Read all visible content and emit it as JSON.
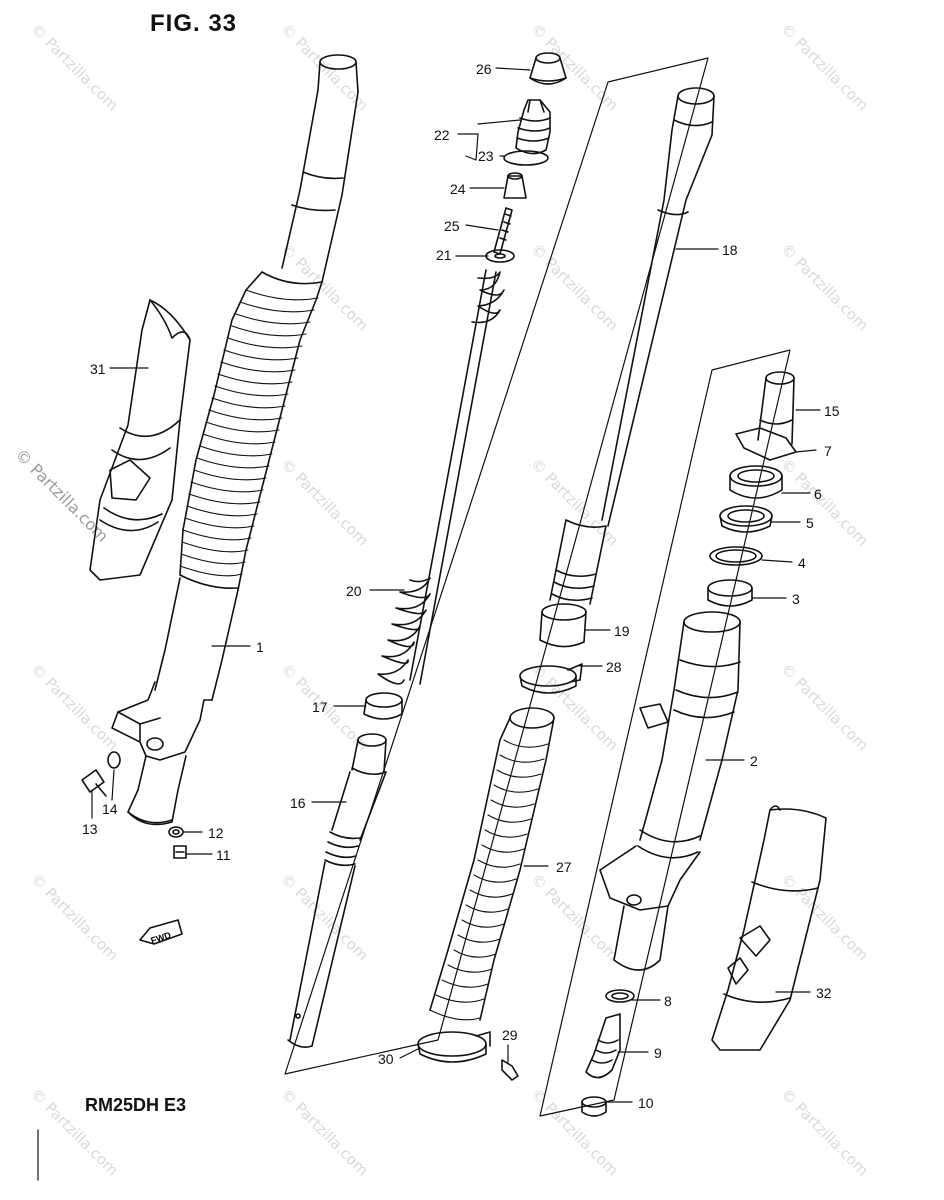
{
  "figure": {
    "title": "FIG. 33",
    "model_code": "RM25DH E3"
  },
  "watermark": {
    "text": "© Partzilla.com"
  },
  "fwd_label": "FWD",
  "callouts": [
    {
      "id": "c26",
      "label": "26"
    },
    {
      "id": "c22",
      "label": "22"
    },
    {
      "id": "c23",
      "label": "23"
    },
    {
      "id": "c24",
      "label": "24"
    },
    {
      "id": "c25",
      "label": "25"
    },
    {
      "id": "c21",
      "label": "21"
    },
    {
      "id": "c18",
      "label": "18"
    },
    {
      "id": "c31",
      "label": "31"
    },
    {
      "id": "c15",
      "label": "15"
    },
    {
      "id": "c7",
      "label": "7"
    },
    {
      "id": "c6",
      "label": "6"
    },
    {
      "id": "c5",
      "label": "5"
    },
    {
      "id": "c4",
      "label": "4"
    },
    {
      "id": "c3",
      "label": "3"
    },
    {
      "id": "c20",
      "label": "20"
    },
    {
      "id": "c19",
      "label": "19"
    },
    {
      "id": "c1",
      "label": "1"
    },
    {
      "id": "c28",
      "label": "28"
    },
    {
      "id": "c17",
      "label": "17"
    },
    {
      "id": "c2",
      "label": "2"
    },
    {
      "id": "c16",
      "label": "16"
    },
    {
      "id": "c14",
      "label": "14"
    },
    {
      "id": "c13",
      "label": "13"
    },
    {
      "id": "c12",
      "label": "12"
    },
    {
      "id": "c11",
      "label": "11"
    },
    {
      "id": "c27",
      "label": "27"
    },
    {
      "id": "c32",
      "label": "32"
    },
    {
      "id": "c8",
      "label": "8"
    },
    {
      "id": "c29",
      "label": "29"
    },
    {
      "id": "c9",
      "label": "9"
    },
    {
      "id": "c30",
      "label": "30"
    },
    {
      "id": "c10",
      "label": "10"
    }
  ]
}
